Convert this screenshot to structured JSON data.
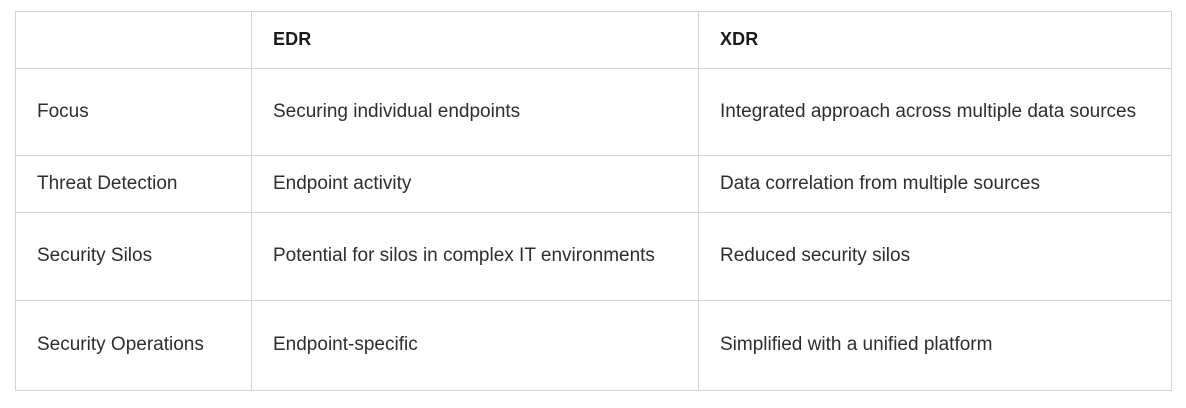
{
  "table": {
    "headers": [
      {
        "label": "",
        "name": "attribute-column-header"
      },
      {
        "label": "EDR",
        "name": "edr-column-header"
      },
      {
        "label": "XDR",
        "name": "xdr-column-header"
      }
    ],
    "rows": [
      {
        "attribute": "Focus",
        "edr": "Securing individual endpoints",
        "xdr": "Integrated approach across multiple data sources"
      },
      {
        "attribute": "Threat Detection",
        "edr": "Endpoint activity",
        "xdr": "Data correlation from multiple sources"
      },
      {
        "attribute": "Security Silos",
        "edr": "Potential for silos in complex IT environments",
        "xdr": "Reduced security silos"
      },
      {
        "attribute": "Security Operations",
        "edr": "Endpoint-specific",
        "xdr": "Simplified with a unified platform"
      }
    ]
  },
  "colors": {
    "background": "#ffffff",
    "border": "#d4d4d4",
    "header_text": "#1b1b1b",
    "body_text": "#2e2e2e"
  }
}
